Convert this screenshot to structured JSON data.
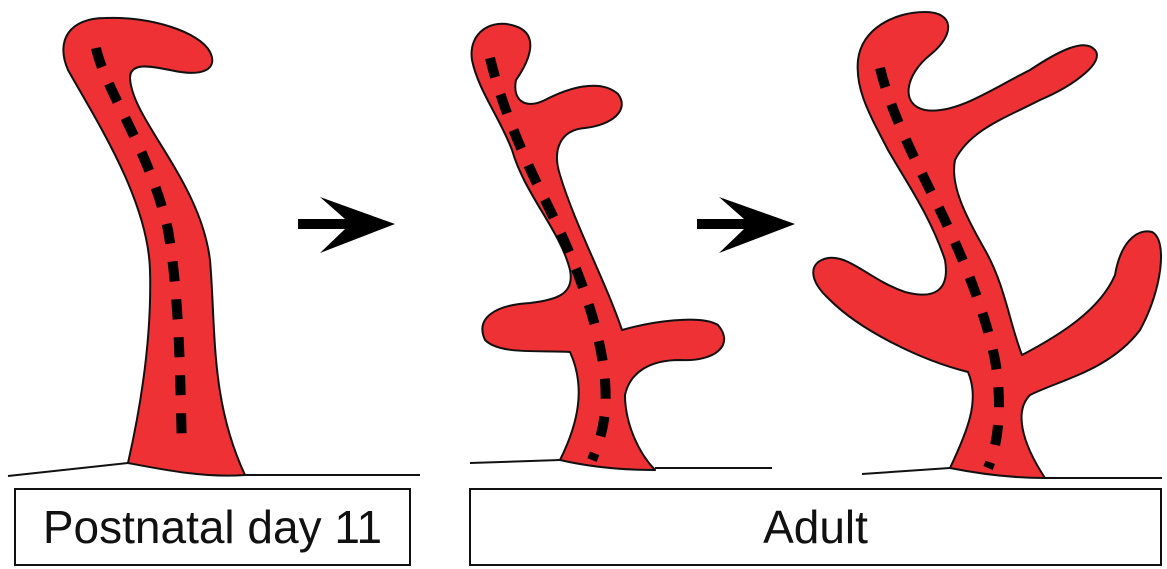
{
  "labels": {
    "early": "Postnatal day 11",
    "late": "Adult"
  },
  "colors": {
    "vessel_fill": "#ee3135",
    "outline": "#111111",
    "dashes": "#000000",
    "arrow": "#000000",
    "background": "#ffffff"
  },
  "icons": {
    "transition_arrow": "arrow-right"
  }
}
